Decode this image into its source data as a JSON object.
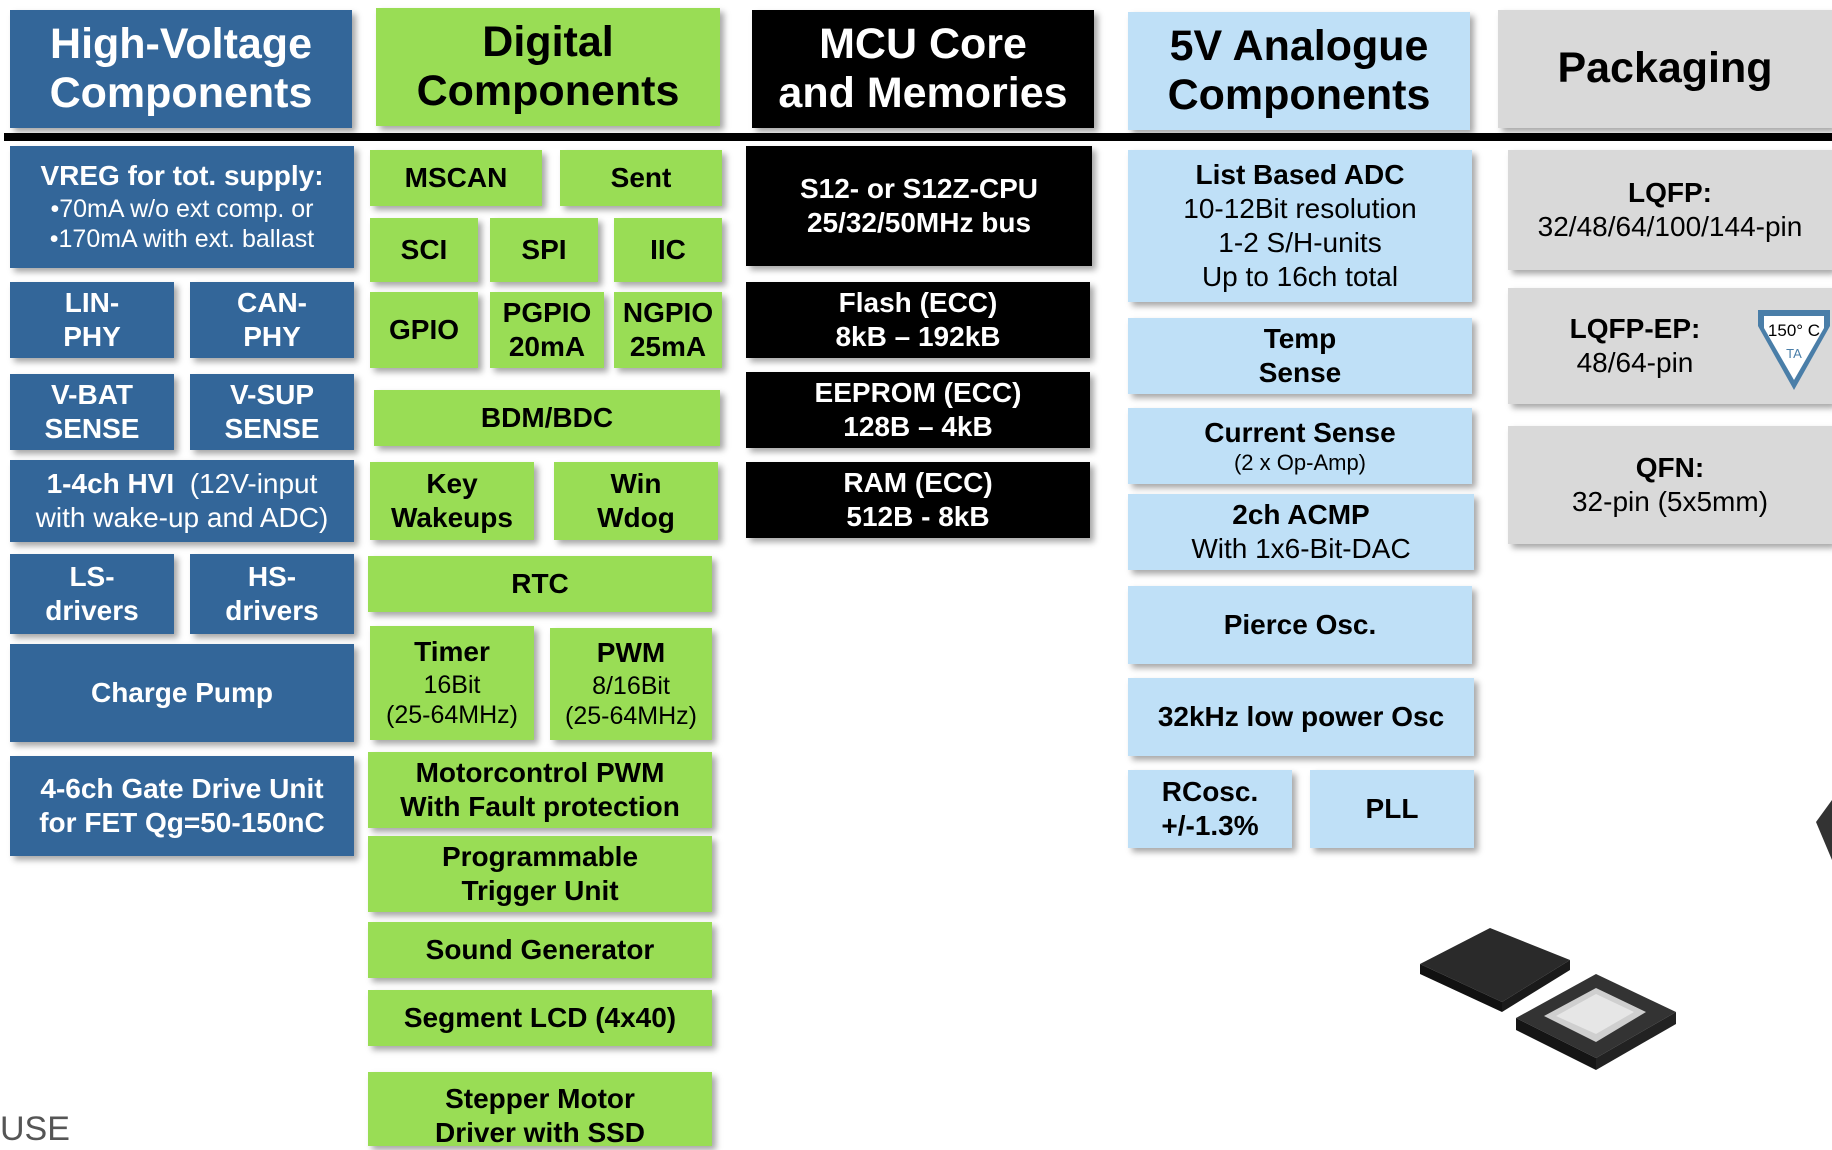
{
  "headers": {
    "hv": [
      "High-Voltage",
      "Components"
    ],
    "digital": [
      "Digital",
      "Components"
    ],
    "mcu": [
      "MCU Core",
      "and Memories"
    ],
    "analog": [
      "5V Analogue",
      "Components"
    ],
    "packaging": "Packaging"
  },
  "hv": {
    "vreg_title": "VREG for tot. supply:",
    "vreg_b1": "•70mA w/o ext comp. or",
    "vreg_b2": "•170mA with ext. ballast",
    "lin_phy": [
      "LIN-",
      "PHY"
    ],
    "can_phy": [
      "CAN-",
      "PHY"
    ],
    "vbat": [
      "V-BAT",
      "SENSE"
    ],
    "vsup": [
      "V-SUP",
      "SENSE"
    ],
    "hvi_bold": "1-4ch HVI",
    "hvi_rest": "(12V-input",
    "hvi_line2": "with wake-up and ADC)",
    "ls": [
      "LS-",
      "drivers"
    ],
    "hs": [
      "HS-",
      "drivers"
    ],
    "charge_pump": "Charge Pump",
    "gdu": [
      "4-6ch  Gate Drive Unit",
      "for FET Qg=50-150nC"
    ]
  },
  "digital": {
    "mscan": "MSCAN",
    "sent": "Sent",
    "sci": "SCI",
    "spi": "SPI",
    "iic": "IIC",
    "gpio": "GPIO",
    "pgpio": [
      "PGPIO",
      "20mA"
    ],
    "ngpio": [
      "NGPIO",
      "25mA"
    ],
    "bdm": "BDM/BDC",
    "key": [
      "Key",
      "Wakeups"
    ],
    "win": [
      "Win",
      "Wdog"
    ],
    "rtc": "RTC",
    "timer": [
      "Timer",
      "16Bit",
      "(25-64MHz)"
    ],
    "pwm": [
      "PWM",
      "8/16Bit",
      "(25-64MHz)"
    ],
    "motor": [
      "Motorcontrol PWM",
      "With Fault protection"
    ],
    "ptu": [
      "Programmable",
      "Trigger Unit"
    ],
    "sound": "Sound Generator",
    "lcd": "Segment LCD (4x40)",
    "stepper": [
      "Stepper Motor",
      "Driver with SSD"
    ]
  },
  "mcu": {
    "cpu": [
      "S12- or S12Z-CPU",
      "25/32/50MHz bus"
    ],
    "flash": [
      "Flash  (ECC)",
      "8kB – 192kB"
    ],
    "eeprom": [
      "EEPROM  (ECC)",
      "128B – 4kB"
    ],
    "ram": [
      "RAM (ECC)",
      "512B - 8kB"
    ]
  },
  "analog": {
    "adc": [
      "List Based ADC",
      "10-12Bit resolution",
      "1-2 S/H-units",
      "Up to 16ch total"
    ],
    "temp": [
      "Temp",
      "Sense"
    ],
    "current": [
      "Current Sense",
      "(2 x Op-Amp)"
    ],
    "acmp": [
      "2ch ACMP",
      "With 1x6-Bit-DAC"
    ],
    "pierce": "Pierce Osc.",
    "lp_osc": "32kHz low power Osc",
    "rcosc": [
      "RCosc.",
      "+/-1.3%"
    ],
    "pll": "PLL"
  },
  "packaging": {
    "lqfp": [
      "LQFP:",
      "32/48/64/100/144-pin"
    ],
    "lqfp_ep": [
      "LQFP-EP:",
      "48/64-pin"
    ],
    "qfn": [
      "QFN:",
      "32-pin (5x5mm)"
    ],
    "temp_badge": "150° C",
    "temp_badge_sub": "TA"
  },
  "footer": "USE",
  "colors": {
    "hv": "#336699",
    "digital": "#99dd55",
    "mcu": "#000000",
    "analog": "#bfe0f7",
    "packaging": "#d9d9d9"
  }
}
